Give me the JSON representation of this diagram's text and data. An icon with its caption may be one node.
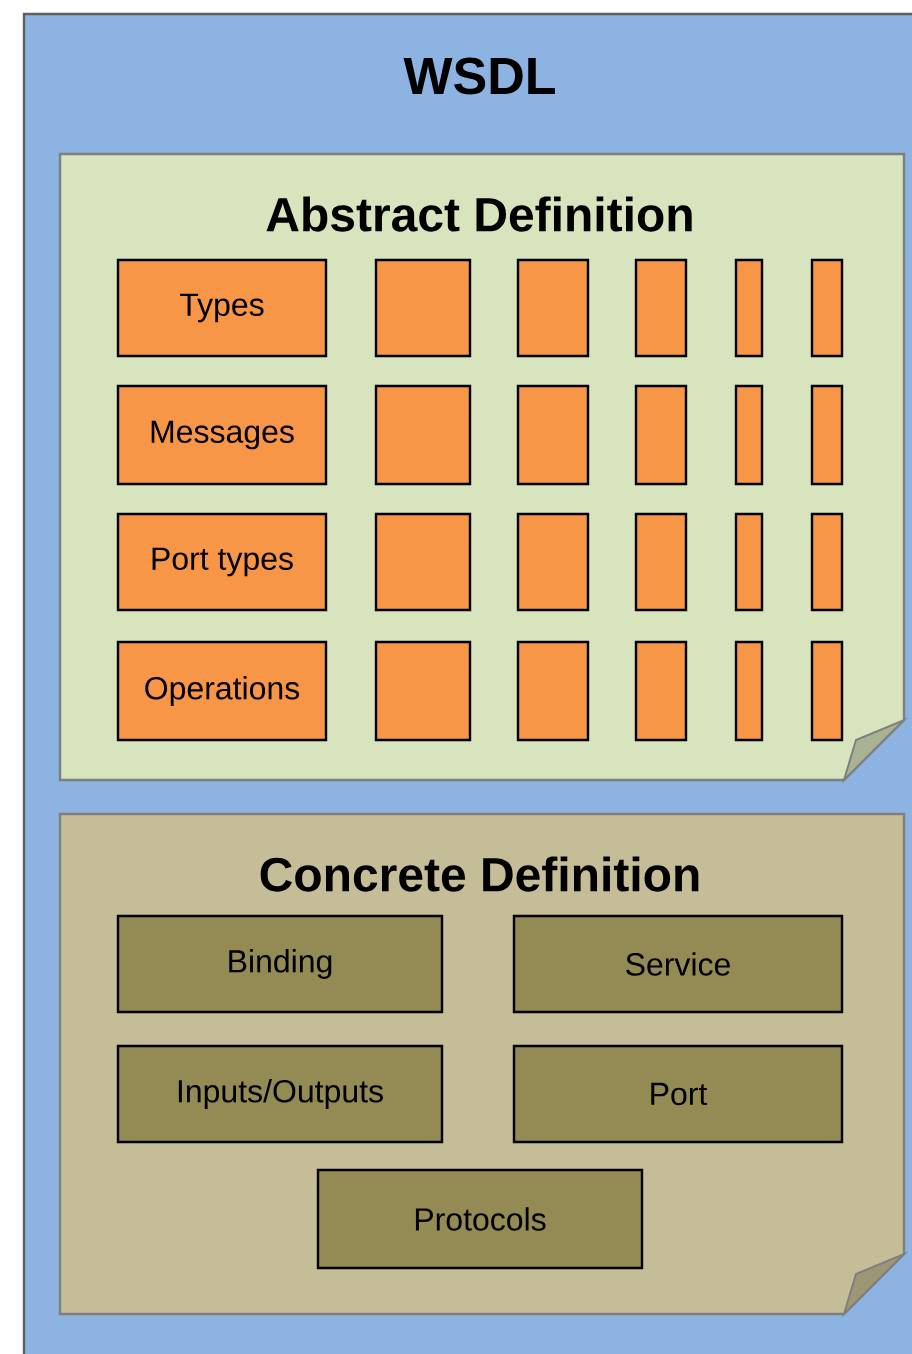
{
  "diagram": {
    "nodes": [
      {
        "text": [
          "WSDL"
        ]
      },
      {
        "text": [
          "Abstract Definition"
        ],
        "in": 0
      },
      {
        "text": [
          "Types"
        ],
        "in": 1
      },
      {
        "text": [],
        "shape": "box",
        "in": 1
      },
      {
        "text": [],
        "shape": "box",
        "in": 1
      },
      {
        "text": [],
        "shape": "box",
        "in": 1
      },
      {
        "text": [],
        "shape": "box",
        "in": 1
      },
      {
        "text": [],
        "shape": "box",
        "in": 1
      },
      {
        "text": [
          "Messages"
        ],
        "in": 1
      },
      {
        "text": [],
        "shape": "box",
        "in": 1
      },
      {
        "text": [],
        "shape": "box",
        "in": 1
      },
      {
        "text": [],
        "shape": "box",
        "in": 1
      },
      {
        "text": [],
        "shape": "box",
        "in": 1
      },
      {
        "text": [],
        "shape": "box",
        "in": 1
      },
      {
        "text": [
          "Port types"
        ],
        "in": 1
      },
      {
        "text": [],
        "shape": "box",
        "in": 1
      },
      {
        "text": [],
        "shape": "box",
        "in": 1
      },
      {
        "text": [],
        "shape": "box",
        "in": 1
      },
      {
        "text": [],
        "shape": "box",
        "in": 1
      },
      {
        "text": [],
        "shape": "box",
        "in": 1
      },
      {
        "text": [
          "Operations"
        ],
        "in": 1
      },
      {
        "text": [],
        "shape": "box",
        "in": 1
      },
      {
        "text": [],
        "shape": "box",
        "in": 1
      },
      {
        "text": [],
        "shape": "box",
        "in": 1
      },
      {
        "text": [],
        "shape": "box",
        "in": 1
      },
      {
        "text": [],
        "shape": "box",
        "in": 1
      },
      {
        "text": [
          "Concrete Definition"
        ],
        "in": 0
      },
      {
        "text": [
          "Binding"
        ],
        "in": 26
      },
      {
        "text": [
          "Service"
        ],
        "in": 26
      },
      {
        "text": [
          "Inputs/Outputs"
        ],
        "in": 26
      },
      {
        "text": [
          "Port"
        ],
        "in": 26
      },
      {
        "text": [
          "Protocols"
        ],
        "in": 26
      }
    ]
  }
}
